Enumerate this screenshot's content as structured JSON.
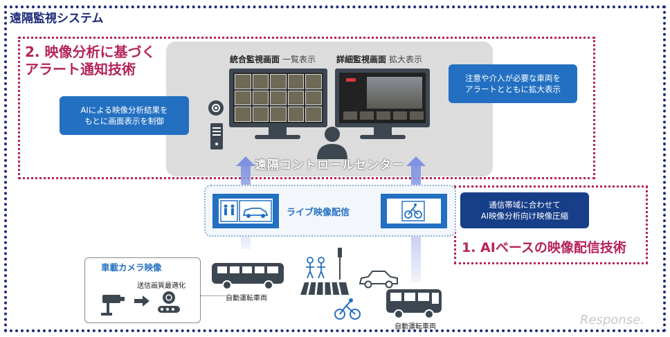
{
  "title": "遠隔監視システム",
  "section1": {
    "label": "1. AIベースの映像配信技術"
  },
  "section2": {
    "line1": "2. 映像分析に基づく",
    "line2": "アラート通知技術"
  },
  "callouts": {
    "ai_control": {
      "line1": "AIによる映像分析結果を",
      "line2": "もとに画面表示を制御"
    },
    "alert": {
      "line1": "注意や介入が必要な車両を",
      "line2": "アラートとともに拡大表示"
    },
    "bandwidth": {
      "line1": "通信帯域に合わせて",
      "line2": "AI映像分析向け映像圧縮"
    }
  },
  "monitors": {
    "integrated": {
      "title": "統合監視画面",
      "sub": "一覧表示"
    },
    "detail": {
      "title": "詳細監視画面",
      "sub": "拡大表示"
    }
  },
  "center_label": "遠隔コントロールセンター",
  "live_label": "ライブ映像配信",
  "camera": {
    "title": "車載カメラ映像",
    "optimize": "送信画質最適化"
  },
  "vehicle_label_bus": "自動運転車両",
  "vehicle_label_minibus": "自動運転車両",
  "watermark": "Response.",
  "colors": {
    "navy": "#1b2a78",
    "crimson": "#b4235a",
    "blue": "#2370c2",
    "panel": "#dcdcdc"
  }
}
